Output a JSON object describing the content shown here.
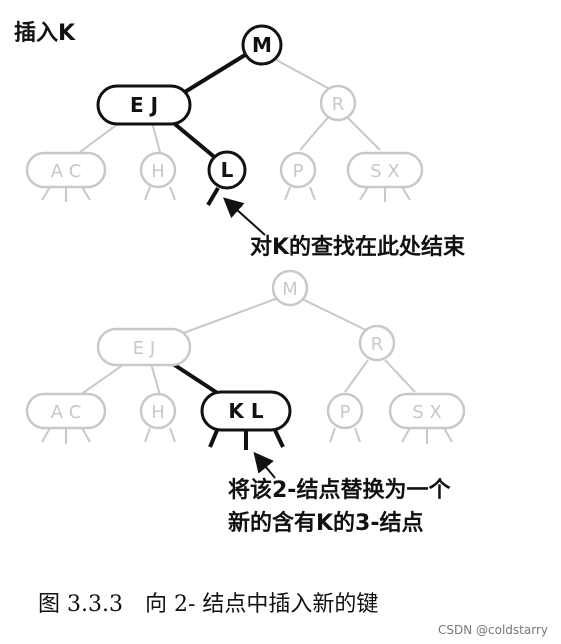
{
  "title": "插入K",
  "top_tree": {
    "root": "M",
    "left": "E J",
    "right": "R",
    "leaves": [
      "A C",
      "H",
      "L",
      "P",
      "S X"
    ]
  },
  "top_annotation": "对K的查找在此处结束",
  "bottom_tree": {
    "root": "M",
    "left": "E J",
    "right": "R",
    "leaves": [
      "A C",
      "H",
      "K L",
      "P",
      "S X"
    ]
  },
  "bottom_annotation": [
    "将该2-结点替换为一个",
    "新的含有K的3-结点"
  ],
  "caption": "图 3.3.3　向 2- 结点中插入新的键",
  "watermark": "CSDN @coldstarry",
  "colors": {
    "active": "#111111",
    "faded": "#c8c8c8"
  }
}
